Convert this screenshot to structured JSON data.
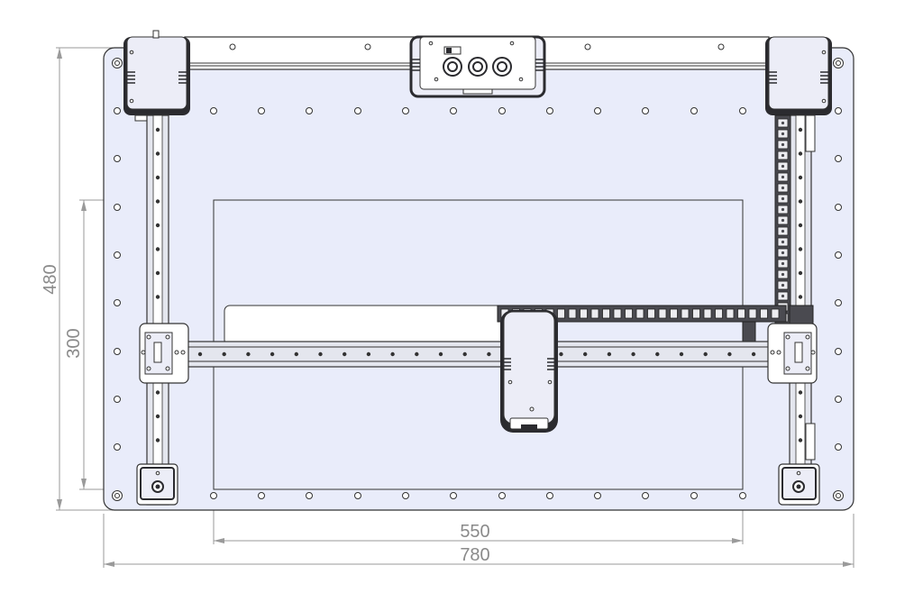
{
  "dimensions": {
    "total_width": "780",
    "work_width": "550",
    "total_height": "480",
    "work_height": "300"
  },
  "colors": {
    "plate": "#e9ecfa",
    "line": "#333333",
    "dim": "#9a9a9a",
    "rail": "#e4e6ee",
    "cover": "#ecedf7",
    "dark": "#2b2b2f"
  }
}
